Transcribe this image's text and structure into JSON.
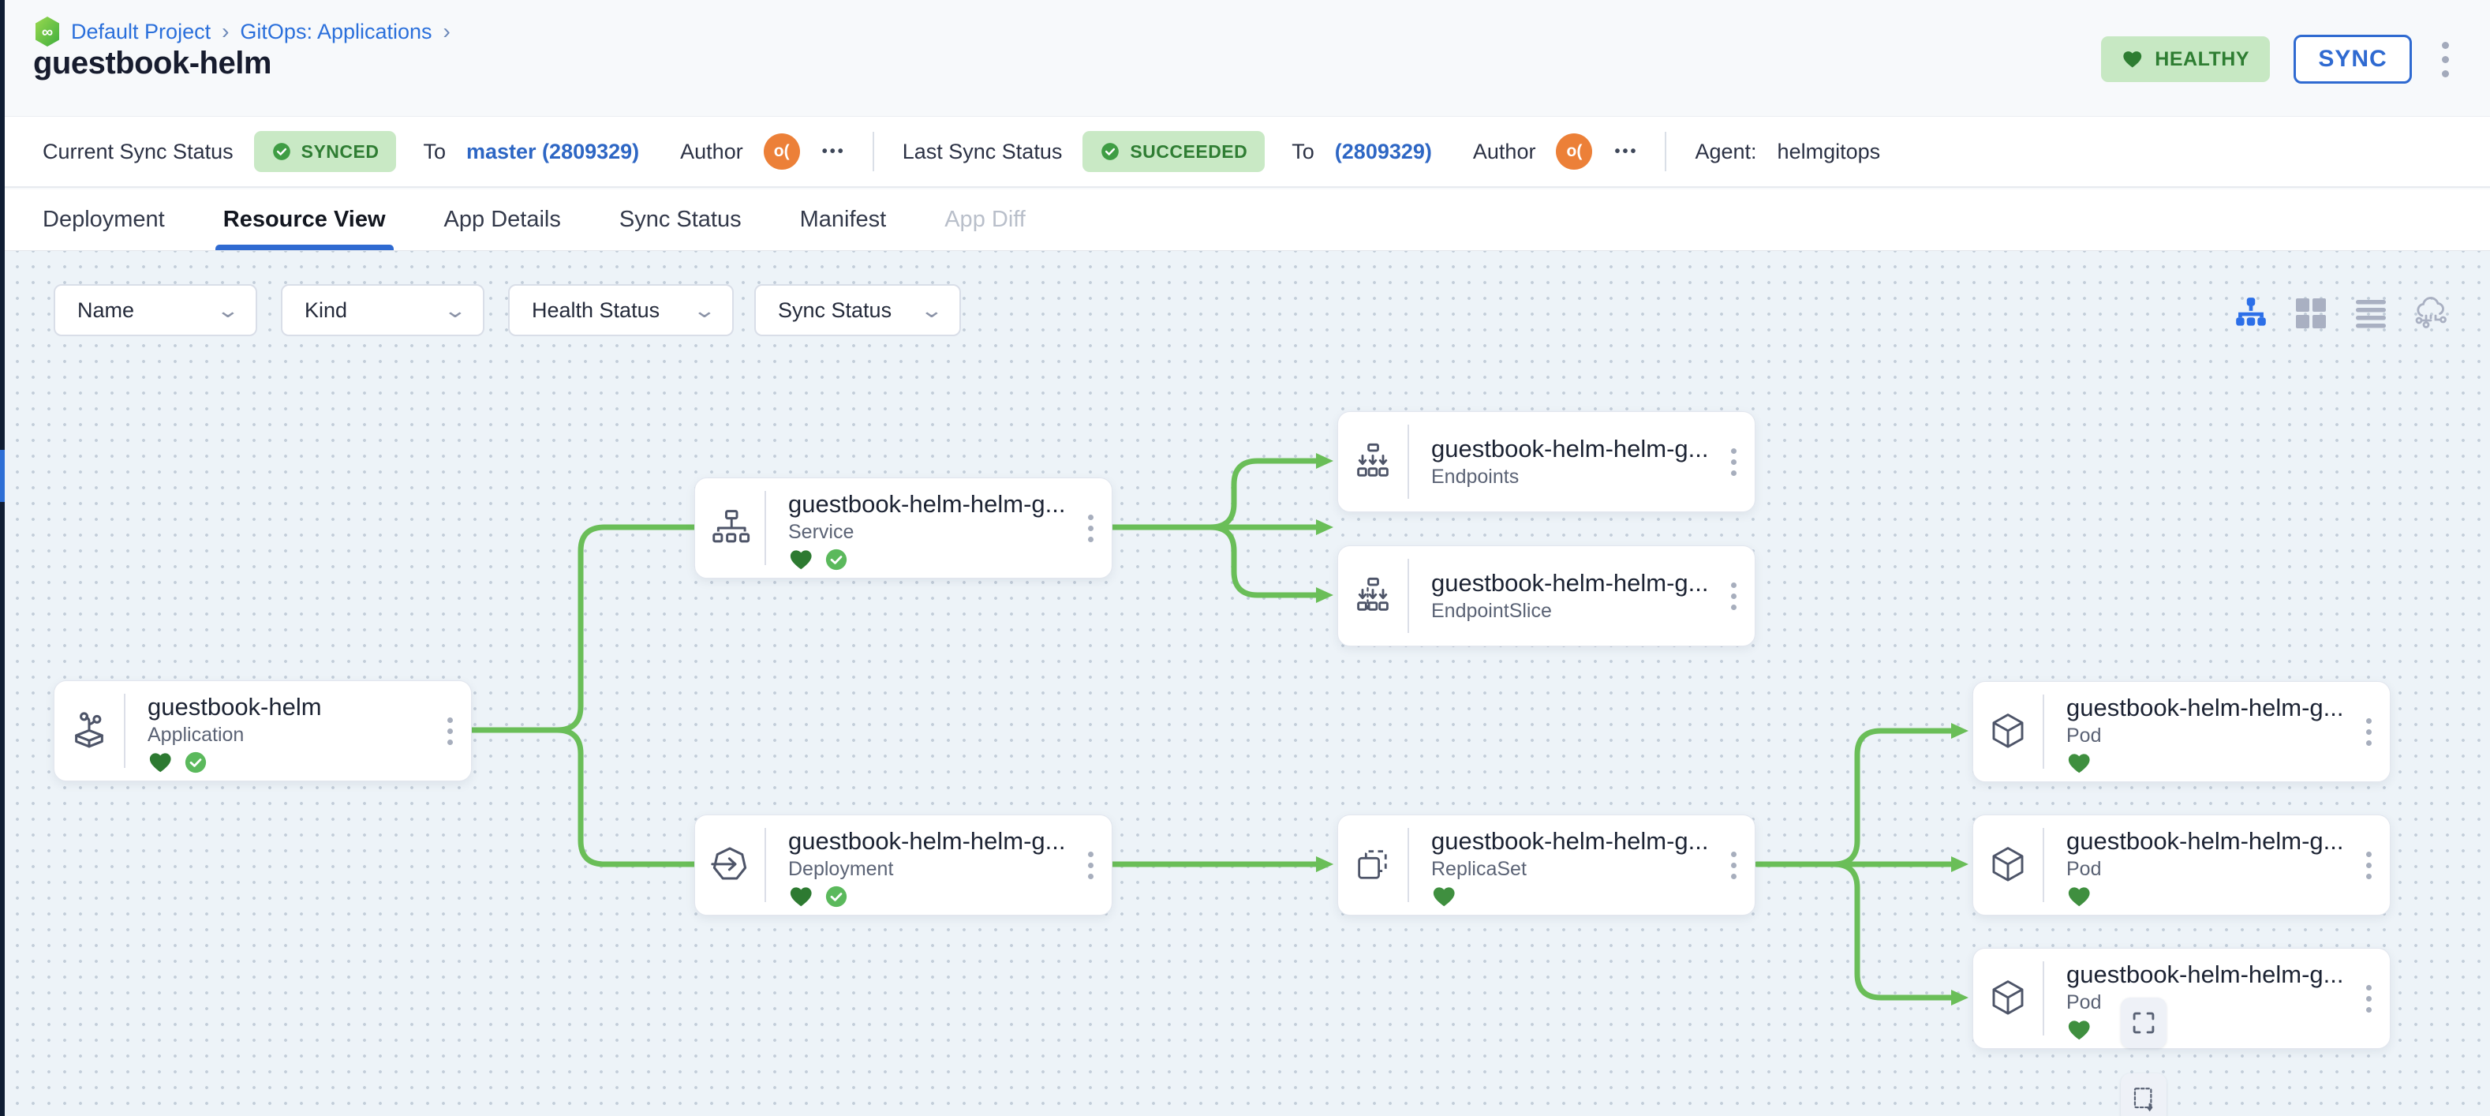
{
  "app": {
    "breadcrumb": {
      "project": "Default Project",
      "section": "GitOps: Applications",
      "separator": "›"
    },
    "title": "guestbook-helm",
    "health_badge": "HEALTHY",
    "sync_button": "SYNC"
  },
  "status_bar": {
    "current_sync": {
      "label": "Current Sync Status",
      "badge": "SYNCED",
      "to": "To",
      "revision": "master (2809329)",
      "author": "Author",
      "avatar": "o(",
      "more": "•••"
    },
    "last_sync": {
      "label": "Last Sync Status",
      "badge": "SUCCEEDED",
      "to": "To",
      "revision": "(2809329)",
      "author": "Author",
      "avatar": "o(",
      "more": "•••"
    },
    "agent_label": "Agent:",
    "agent_value": "helmgitops"
  },
  "tabs": [
    {
      "label": "Deployment",
      "state": "normal"
    },
    {
      "label": "Resource View",
      "state": "active"
    },
    {
      "label": "App Details",
      "state": "normal"
    },
    {
      "label": "Sync Status",
      "state": "normal"
    },
    {
      "label": "Manifest",
      "state": "normal"
    },
    {
      "label": "App Diff",
      "state": "disabled"
    }
  ],
  "filters": [
    {
      "label": "Name"
    },
    {
      "label": "Kind"
    },
    {
      "label": "Health Status"
    },
    {
      "label": "Sync Status"
    }
  ],
  "view_toggles": [
    {
      "icon": "tree-view-icon",
      "active": true
    },
    {
      "icon": "grid-view-icon",
      "active": false
    },
    {
      "icon": "list-view-icon",
      "active": false
    },
    {
      "icon": "cloud-view-icon",
      "active": false
    }
  ],
  "graph": {
    "nodes": [
      {
        "id": "application",
        "title": "guestbook-helm",
        "kind": "Application",
        "healthy": true,
        "synced": true
      },
      {
        "id": "service",
        "title": "guestbook-helm-helm-g...",
        "kind": "Service",
        "healthy": true,
        "synced": true
      },
      {
        "id": "endpoints",
        "title": "guestbook-helm-helm-g...",
        "kind": "Endpoints",
        "healthy": false,
        "synced": false
      },
      {
        "id": "endpointslice",
        "title": "guestbook-helm-helm-g...",
        "kind": "EndpointSlice",
        "healthy": false,
        "synced": false
      },
      {
        "id": "deployment",
        "title": "guestbook-helm-helm-g...",
        "kind": "Deployment",
        "healthy": true,
        "synced": true
      },
      {
        "id": "replicaset",
        "title": "guestbook-helm-helm-g...",
        "kind": "ReplicaSet",
        "healthy": true,
        "synced": false
      },
      {
        "id": "pod1",
        "title": "guestbook-helm-helm-g...",
        "kind": "Pod",
        "healthy": true,
        "synced": false
      },
      {
        "id": "pod2",
        "title": "guestbook-helm-helm-g...",
        "kind": "Pod",
        "healthy": true,
        "synced": false
      },
      {
        "id": "pod3",
        "title": "guestbook-helm-helm-g...",
        "kind": "Pod",
        "healthy": true,
        "synced": false
      }
    ],
    "edges": [
      [
        "application",
        "service"
      ],
      [
        "application",
        "deployment"
      ],
      [
        "service",
        "endpoints"
      ],
      [
        "service",
        "endpointslice"
      ],
      [
        "deployment",
        "replicaset"
      ],
      [
        "replicaset",
        "pod1"
      ],
      [
        "replicaset",
        "pod2"
      ],
      [
        "replicaset",
        "pod3"
      ]
    ]
  },
  "colors": {
    "edge_green": "#6abe58",
    "healthy_heart_green": "#2d7a31",
    "synced_check_green": "#5bb95c",
    "badge_bg_green": "#c9e9c5",
    "accent_blue": "#2f6ad1",
    "link_blue": "#2a6fdb",
    "avatar_orange": "#ec8038"
  }
}
